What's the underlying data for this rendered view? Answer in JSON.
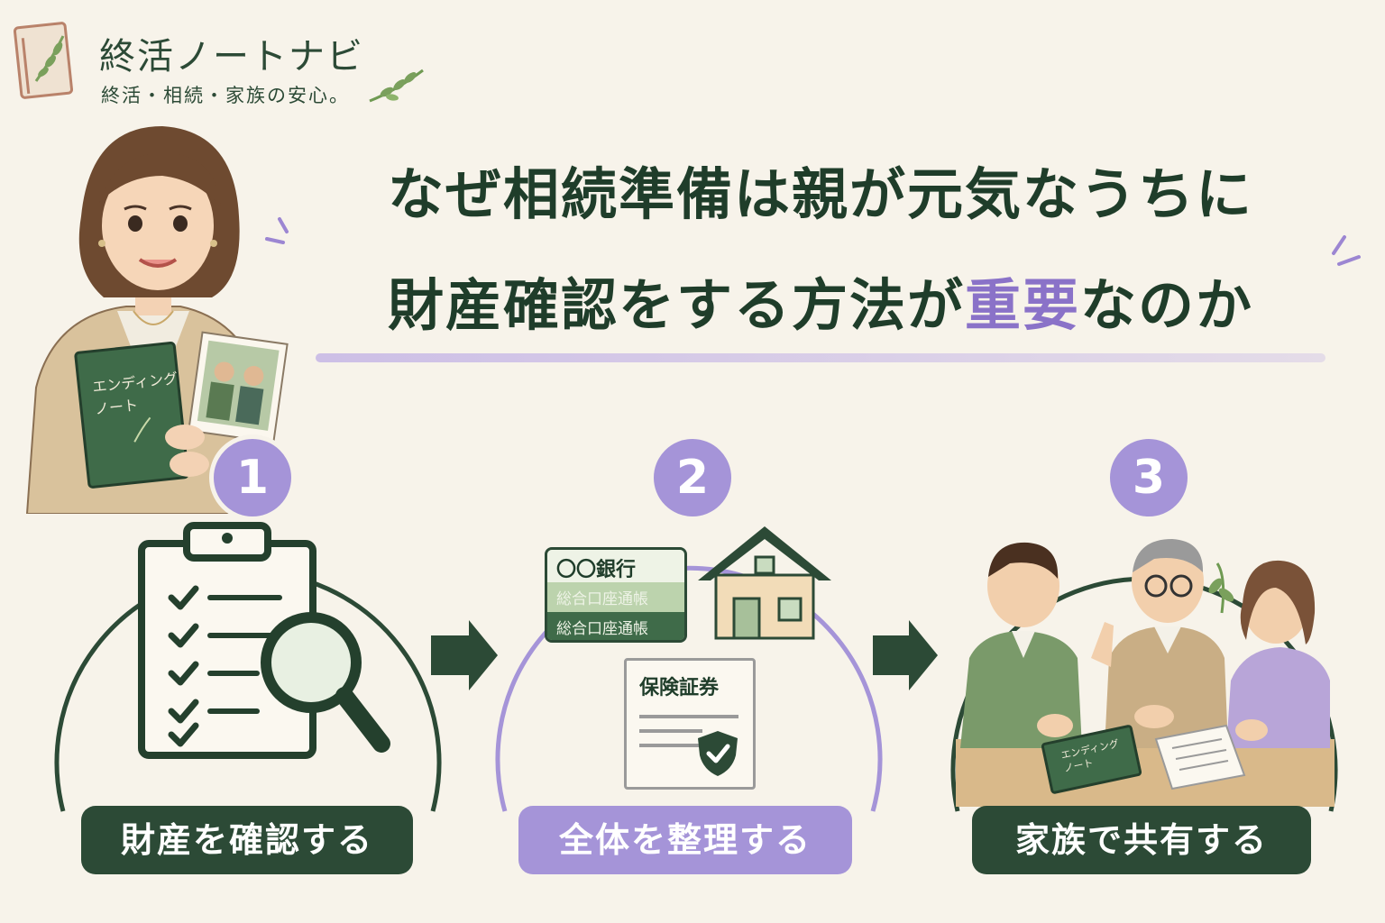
{
  "brand": {
    "name": "終活ノートナビ",
    "tagline": "終活・相続・家族の安心。"
  },
  "headline": {
    "line1": "なぜ相続準備は親が元気なうちに",
    "line2_part1": "財産確認をする方法が",
    "line2_accent": "重要",
    "line2_part2": "なのか"
  },
  "character": {
    "book_title": "エンディング\nノート"
  },
  "steps": [
    {
      "number": "1",
      "label": "財産を確認する"
    },
    {
      "number": "2",
      "label": "全体を整理する",
      "bank_card_title": "〇〇銀行",
      "bank_card_line1": "総合口座通帳",
      "bank_card_line2": "総合口座通帳",
      "insurance_title": "保険証券"
    },
    {
      "number": "3",
      "label": "家族で共有する",
      "book_title": "エンディング\nノート"
    }
  ],
  "colors": {
    "dark_green": "#2c4a36",
    "lavender": "#a594d8",
    "background": "#f7f3ea"
  }
}
